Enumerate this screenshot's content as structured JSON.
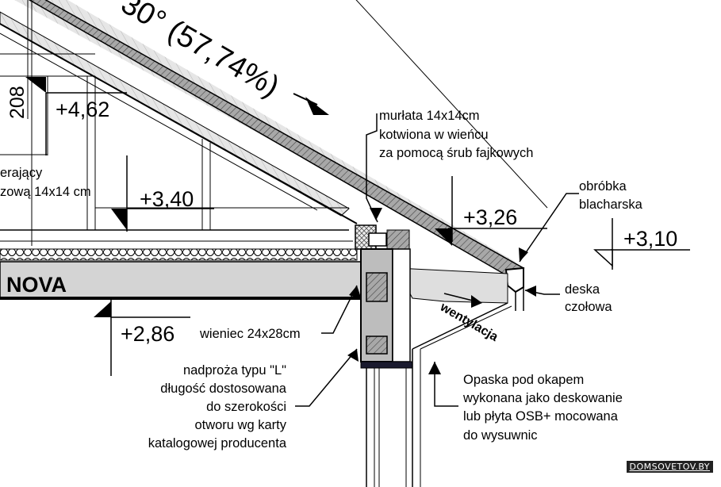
{
  "slope_label": "30° (57,74%)",
  "dimension_208": "208",
  "levels": {
    "l462": "+4,62",
    "l340": "+3,40",
    "l326": "+3,26",
    "l310": "+3,10",
    "l286": "+2,86"
  },
  "left_note": [
    "erający",
    "zową 14x14 cm"
  ],
  "nova": "NOVA",
  "murlata_note": [
    "murłata  14x14cm",
    "kotwiona w wieńcu",
    "za pomocą śrub fajkowych"
  ],
  "obrobka_note": [
    "obróbka",
    "blacharska"
  ],
  "deska_note": [
    "deska",
    "czołowa"
  ],
  "wentylacja": "wentylacja",
  "wieniec_note": "wieniec 24x28cm",
  "nadproza_note": [
    "nadproża typu \"L\"",
    "długość dostosowana",
    "do szerokości",
    "otworu wg karty",
    "katalogowej producenta"
  ],
  "opaska_note": [
    "Opaska pod okapem",
    "wykonana jako deskowanie",
    "lub płyta OSB+ mocowana",
    "do wysuwnic"
  ],
  "watermark": "DOMSOVETOV.BY"
}
